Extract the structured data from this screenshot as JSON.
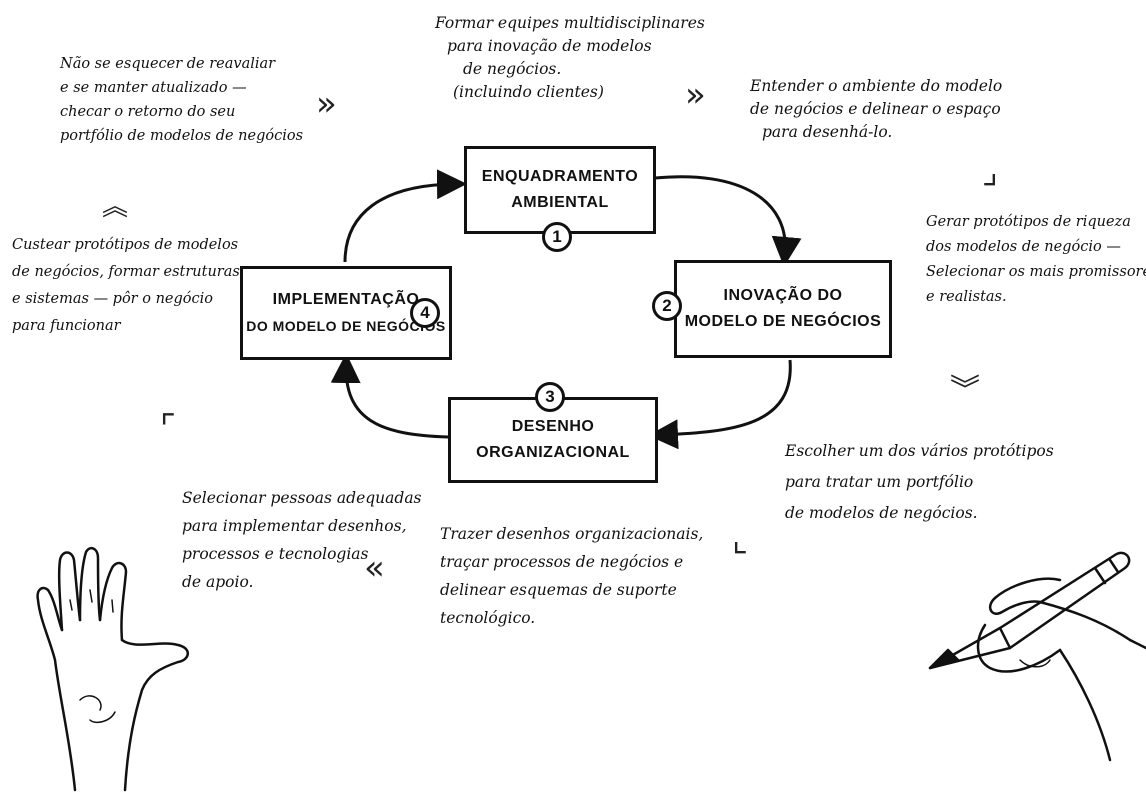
{
  "stages": {
    "stage1": {
      "number": "1",
      "line1": "ENQUADRAMENTO",
      "line2": "AMBIENTAL"
    },
    "stage2": {
      "number": "2",
      "line1": "INOVAÇÃO DO",
      "line2": "MODELO DE NEGÓCIOS"
    },
    "stage3": {
      "number": "3",
      "line1": "DESENHO",
      "line2": "ORGANIZACIONAL"
    },
    "stage4": {
      "number": "4",
      "line1": "IMPLEMENTAÇÃO",
      "line2": "DO MODELO DE NEGÓCIOS"
    }
  },
  "notes": {
    "top_center": [
      "Formar equipes multidisciplinares",
      "para inovação de modelos",
      "de negócios.",
      "(incluindo clientes)"
    ],
    "top_right": [
      "Entender o ambiente do modelo",
      "de negócios e delinear o espaço",
      "para desenhá-lo."
    ],
    "right": [
      "Gerar protótipos de riqueza",
      "dos modelos de negócio —",
      "Selecionar os mais promissores",
      "e realistas."
    ],
    "bottom_right": [
      "Escolher um dos vários protótipos",
      "para tratar um portfólio",
      "de modelos de negócios."
    ],
    "bottom_center": [
      "Trazer desenhos organizacionais,",
      "traçar processos de negócios e",
      "delinear esquemas de suporte",
      "tecnológico."
    ],
    "bottom_left": [
      "Selecionar pessoas adequadas",
      "para implementar desenhos,",
      "processos e tecnologias",
      "de apoio."
    ],
    "left": [
      "Custear protótipos de modelos",
      "de negócios, formar estruturas",
      "e sistemas — pôr o negócio",
      "para funcionar"
    ],
    "top_left": [
      "Não se esquecer de reavaliar",
      "e se manter atualizado —",
      "checar o retorno do seu",
      "portfólio de modelos de negócios"
    ]
  },
  "chevrons": {
    "top_left": "»",
    "top_right": "»",
    "right_upper": "⌟",
    "right_lower": "︾",
    "bottom_right": "⌞",
    "bottom_left": "«",
    "left_lower": "⌜",
    "left_upper": "︽"
  },
  "illustrations": [
    "hand-drawing-left",
    "hand-holding-pen-right"
  ]
}
